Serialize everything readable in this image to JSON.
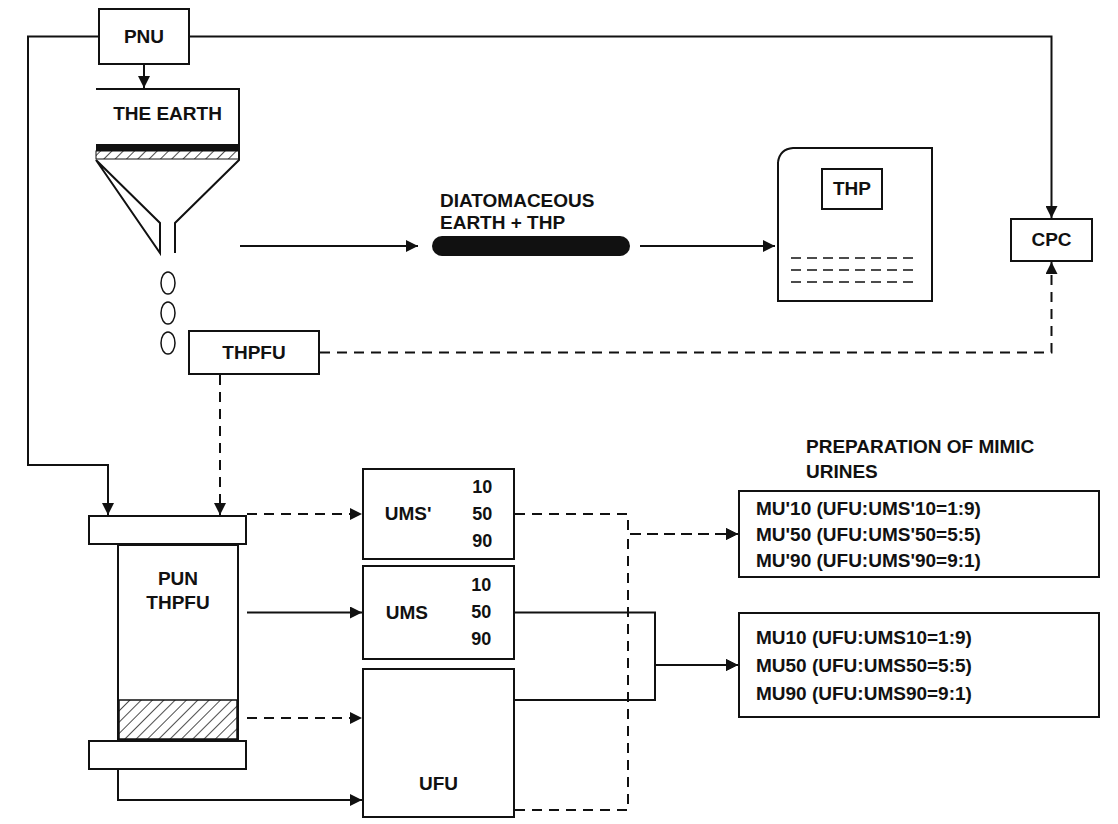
{
  "diagram": {
    "nodes": [
      {
        "text": [
          "PNU"
        ]
      },
      {
        "text": [
          "THE EARTH"
        ]
      },
      {
        "text": [
          "DIATOMACEOUS EARTH + THP"
        ]
      },
      {
        "text": [
          "THP"
        ]
      },
      {
        "text": [
          "CPC"
        ]
      },
      {
        "text": [
          "THPFU"
        ]
      },
      {
        "text": [
          "PUN THPFU"
        ]
      },
      {
        "text": [
          "UMS'",
          "10 50 90"
        ]
      },
      {
        "text": [
          "UMS",
          "10 50 90"
        ]
      },
      {
        "text": [
          "UFU"
        ]
      },
      {
        "text": [
          "PREPARATION OF MIMIC URINES",
          "MU'10 (UFU:UMS'10=1:9)",
          "MU'50 (UFU:UMS'50=5:5)",
          "MU'90 (UFU:UMS'90=9:1)"
        ]
      },
      {
        "text": [
          "MU10 (UFU:UMS10=1:9)",
          "MU50 (UFU:UMS50=5:5)",
          "MU90 (UFU:UMS90=9:1)"
        ]
      }
    ],
    "edges": [
      {
        "from": 0,
        "to": 1,
        "arrow": "to"
      },
      {
        "from": 0,
        "to": 4,
        "arrow": "to"
      },
      {
        "from": 0,
        "to": 6,
        "arrow": "to"
      },
      {
        "from": 1,
        "to": 2,
        "arrow": "to"
      },
      {
        "from": 2,
        "to": 3,
        "arrow": "to"
      },
      {
        "from": 5,
        "to": 6,
        "arrow": "to"
      },
      {
        "from": 5,
        "to": 4,
        "arrow": "to"
      },
      {
        "from": 6,
        "to": 7,
        "arrow": "to"
      },
      {
        "from": 6,
        "to": 8,
        "arrow": "to"
      },
      {
        "from": 6,
        "to": 9,
        "arrow": "to"
      },
      {
        "from": 6,
        "to": 9,
        "arrow": "to"
      },
      {
        "from": 7,
        "to": 10,
        "arrow": "to"
      },
      {
        "from": 9,
        "to": 10,
        "arrow": "to"
      },
      {
        "from": 8,
        "to": 11,
        "arrow": "to"
      },
      {
        "from": 9,
        "to": 11,
        "arrow": "to"
      }
    ]
  }
}
